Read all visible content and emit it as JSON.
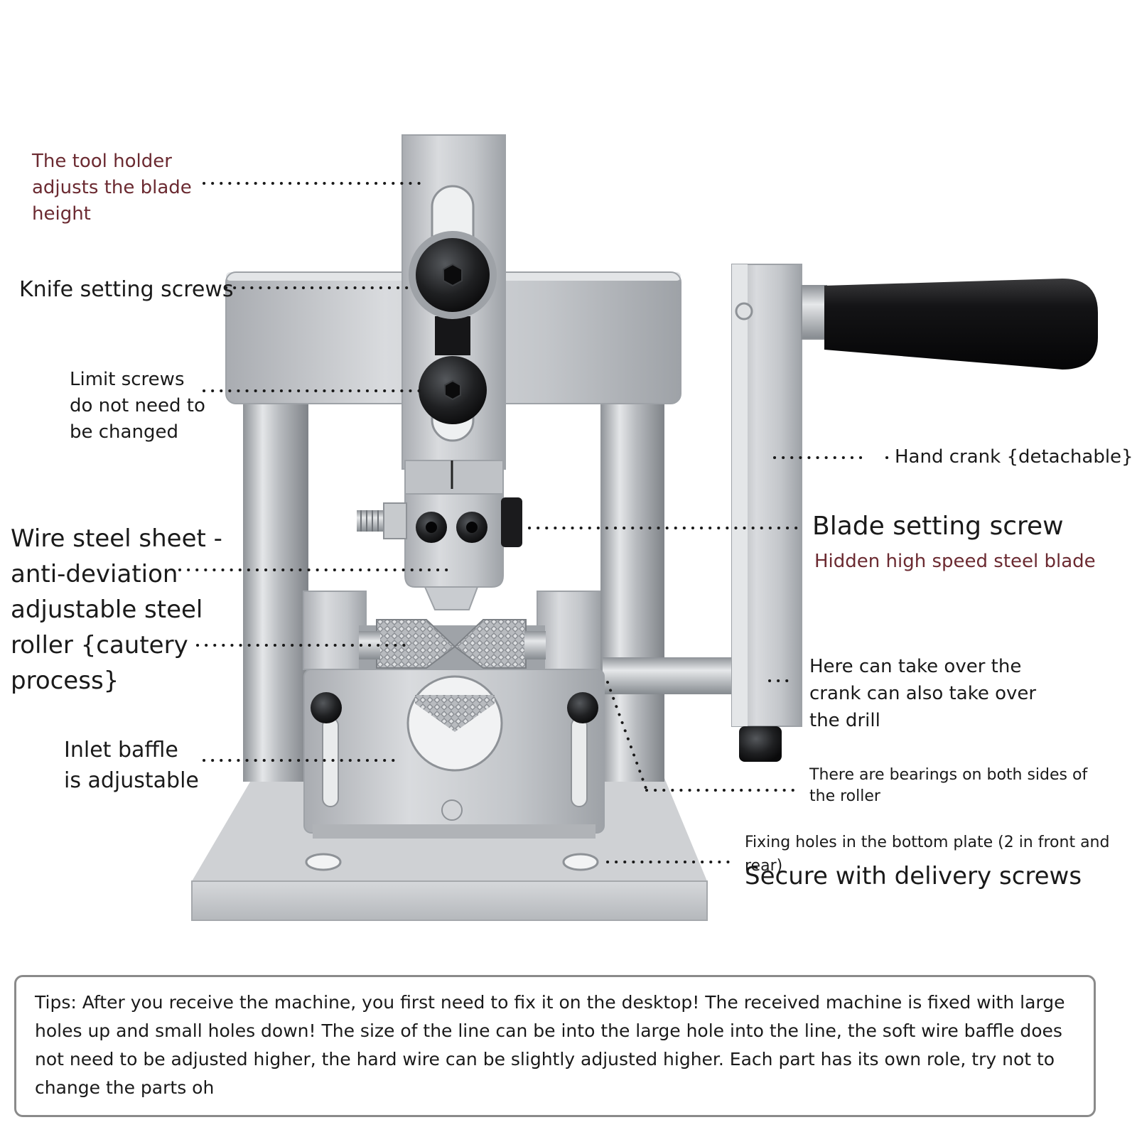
{
  "labels": {
    "tool_holder": "The tool holder\nadjusts the blade\nheight",
    "knife_screws": "Knife setting screws",
    "limit_screws": "Limit screws\ndo not need to\n be changed",
    "wire_sheet": "Wire steel sheet -\nanti-deviation\nadjustable steel\nroller {cautery\nprocess}",
    "inlet_baffle": "Inlet baffle\nis adjustable",
    "hand_crank": "Hand crank {detachable}",
    "blade_screw": "Blade setting screw",
    "hidden_blade": "Hidden high speed steel blade",
    "take_over": "Here can take over the\ncrank can also take over\nthe drill",
    "bearings": "There are bearings on both sides of\nthe roller",
    "fixing_holes": "Fixing holes in the bottom plate (2 in front and rear)",
    "secure": "Secure with delivery screws"
  },
  "tips": "Tips: After you receive the machine, you first need to fix it on the desktop! The received machine is fixed with large holes up and small holes down! The size of the line can be into the large hole into the line, the soft wire baffle does not need to  be adjusted higher, the hard wire can be slightly adjusted higher. Each part has its own role, try not to change the parts oh",
  "colors": {
    "label_dark": "#1a1a1a",
    "label_maroon": "#6b2a31",
    "aluminum": "#c7c9cc",
    "black_parts": "#1c1c1e",
    "box_border": "#8a8a8a"
  }
}
